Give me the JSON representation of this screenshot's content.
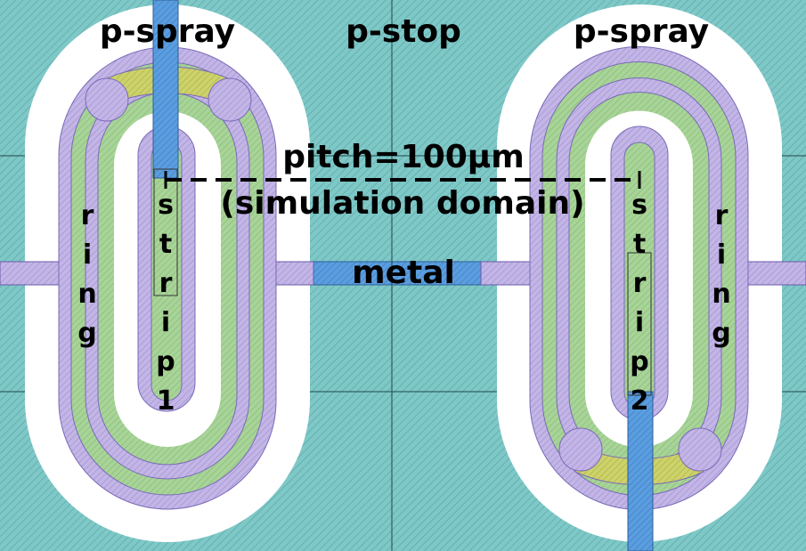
{
  "labels": {
    "pspray_left": "p-spray",
    "pstop": "p-stop",
    "pspray_right": "p-spray",
    "pitch": "pitch=100µm",
    "domain": "(simulation domain)",
    "metal": "metal",
    "strip1": [
      "s",
      "t",
      "r",
      "i",
      "p",
      "1"
    ],
    "strip2": [
      "s",
      "t",
      "r",
      "i",
      "p",
      "2"
    ],
    "ring_left": [
      "r",
      "i",
      "n",
      "g"
    ],
    "ring_right": [
      "r",
      "i",
      "n",
      "g"
    ]
  },
  "colors": {
    "pstop_bg": "#7fc8c8",
    "pspray": "#ffffff",
    "metal": "#4a90d9",
    "implant": "#b8a8dd",
    "ring_core": "#9ccc8c",
    "bridge": "#c8cc5a"
  }
}
